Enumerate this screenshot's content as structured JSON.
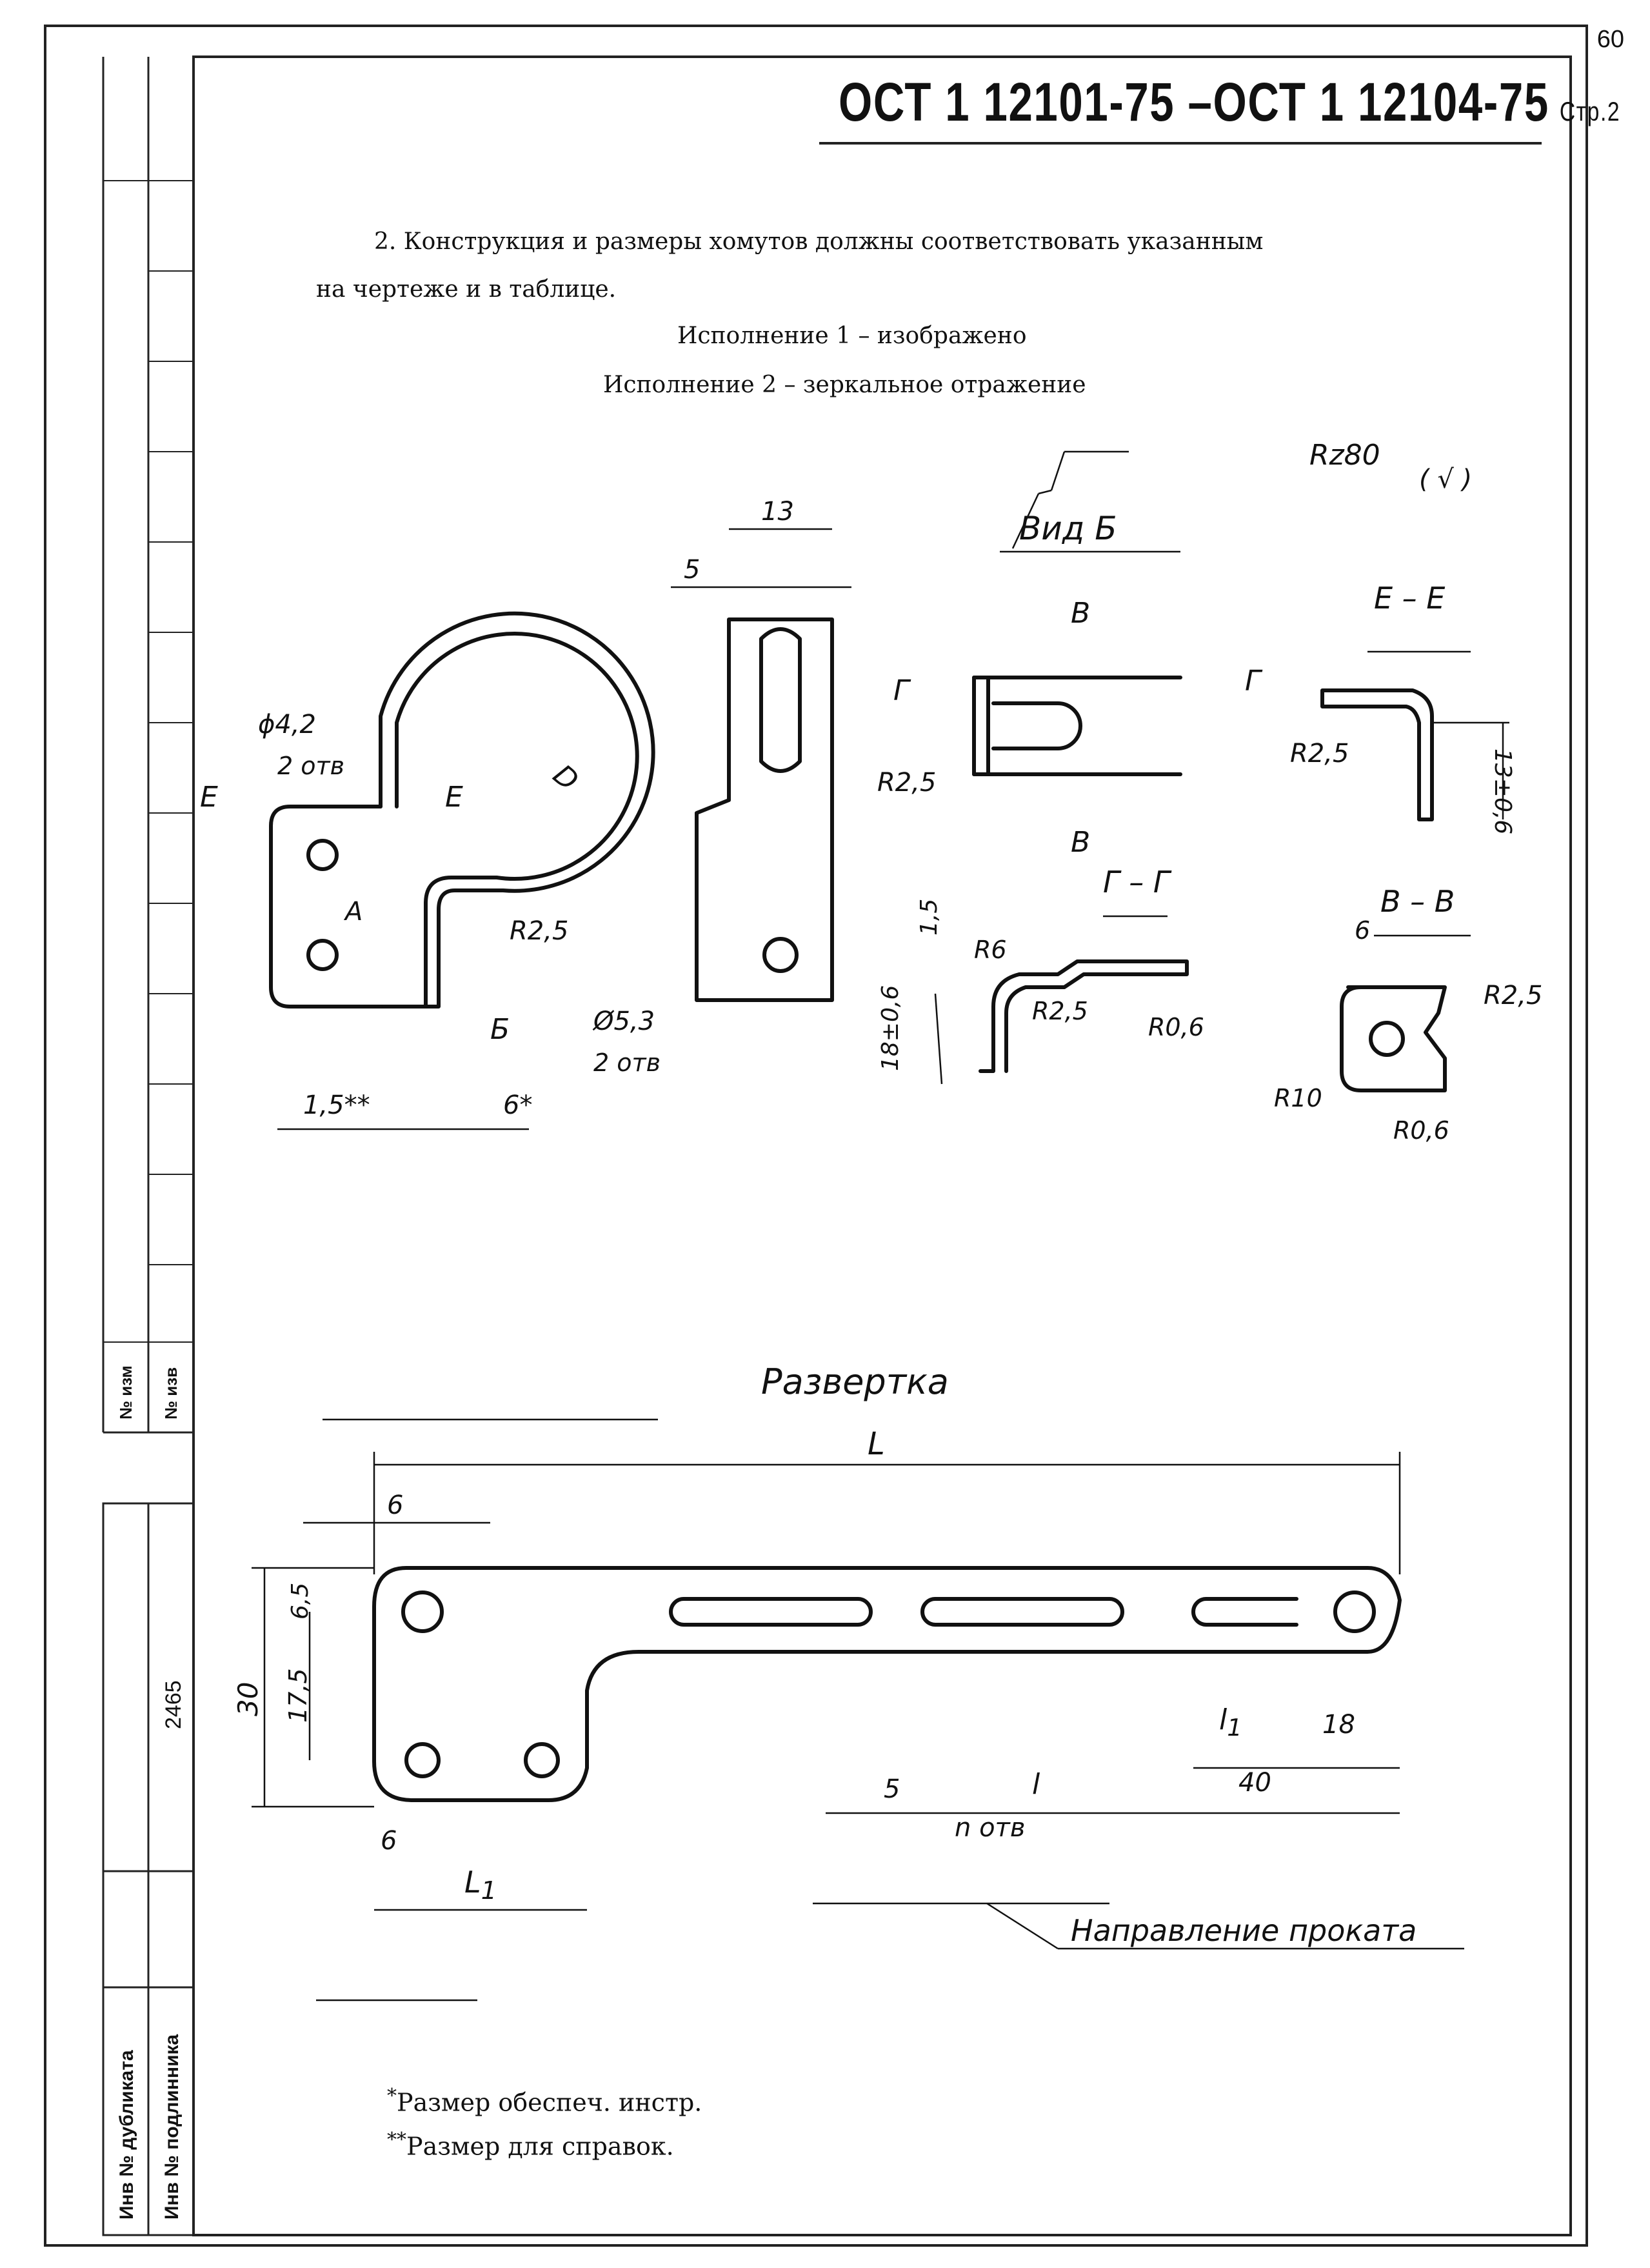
{
  "page_number": "60",
  "header": {
    "standard": "ОСТ 1 12101-75 –ОСТ 1 12104-75",
    "page_ref": "Стр.2"
  },
  "body": {
    "para_line1": "2. Конструкция и размеры хомутов должны соответствовать указанным",
    "para_line2": "на чертеже и в таблице.",
    "version1": "Исполнение 1 – изображено",
    "version2": "Исполнение 2 – зеркальное отражение"
  },
  "drawing": {
    "roughness": "Rz80",
    "roughness_paren": "( √ )",
    "view_b": "Вид Б",
    "section_ee": "Е – Е",
    "section_gg": "Г – Г",
    "section_vv": "В – В",
    "dim_13": "13",
    "dim_5_top": "5",
    "dim_phi42": "ϕ4,2",
    "dim_2otv_a": "2 отв",
    "dim_D": "D",
    "dim_E_left": "Е",
    "dim_E_right": "Е",
    "dim_A": "A",
    "dim_R25_a": "R2,5",
    "dim_R25_b": "R2,5",
    "dim_R25_c": "R2,5",
    "dim_R25_d": "R2,5",
    "dim_R25_e": "R2,5",
    "dim_phi53": "Ø5,3",
    "dim_2otv_b": "2 отв",
    "dim_B_arrow": "Б",
    "dim_15": "1,5**",
    "dim_6star": "6*",
    "dim_V_top": "В",
    "dim_V_bottom": "В",
    "dim_G_left": "Г",
    "dim_G_right": "Г",
    "dim_13_06": "13±0,6",
    "dim_1_5": "1,5",
    "dim_R6": "R6",
    "dim_18_06": "18±0,6",
    "dim_R06_a": "R0,6",
    "dim_R06_b": "R0,6",
    "dim_6_vv": "6",
    "dim_R10": "R10",
    "razvertka": "Развертка",
    "dim_L": "L",
    "dim_6_top": "6",
    "dim_6_bot": "6",
    "dim_6_5": "6,5",
    "dim_30": "30",
    "dim_17_5": "17,5",
    "dim_L1": "L",
    "dim_L1_sub": "1",
    "dim_5_bot": "5",
    "dim_l": "l",
    "dim_n_otv": "n отв",
    "dim_l1": "l",
    "dim_l1_sub": "1",
    "dim_18": "18",
    "dim_40": "40",
    "rolling_dir": "Направление проката"
  },
  "notes": {
    "star1": "*",
    "note1": "Размер обеспеч. инстр.",
    "star2": "**",
    "note2": "Размер для справок."
  },
  "sidebar": {
    "izm": "№ изм",
    "izv": "№ изв",
    "inv_num": "2465",
    "dublikat": "Инв № дубликата",
    "podlinnik": "Инв № подлинника"
  }
}
